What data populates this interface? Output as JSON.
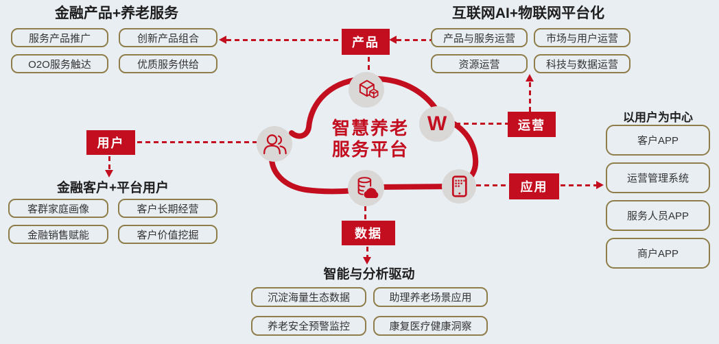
{
  "colors": {
    "background": "#e9eef3",
    "accent_red": "#c30e20",
    "box_border_gold": "#8e7d48",
    "icon_circle_gray": "#d9d8d6",
    "heading_text": "#1e1e1e"
  },
  "center": {
    "title_line1": "智慧养老",
    "title_line2": "服务平台",
    "w_label": "W"
  },
  "badges": {
    "product": "产品",
    "operation": "运营",
    "application": "应用",
    "user": "用户",
    "data": "数据"
  },
  "groups": {
    "top_left": {
      "title": "金融产品+养老服务",
      "items": [
        "服务产品推广",
        "创新产品组合",
        "O2O服务触达",
        "优质服务供给"
      ]
    },
    "top_right": {
      "title": "互联网AI+物联网平台化",
      "items": [
        "产品与服务运营",
        "市场与用户运营",
        "资源运营",
        "科技与数据运营"
      ]
    },
    "right": {
      "title": "以用户为中心",
      "items": [
        "客户APP",
        "运营管理系统",
        "服务人员APP",
        "商户APP"
      ]
    },
    "bottom_left": {
      "title": "金融客户+平台用户",
      "items": [
        "客群家庭画像",
        "客户长期经营",
        "金融销售赋能",
        "客户价值挖掘"
      ]
    },
    "bottom": {
      "title": "智能与分析驱动",
      "items": [
        "沉淀海量生态数据",
        "助理养老场景应用",
        "养老安全预警监控",
        "康复医疗健康洞察"
      ]
    }
  },
  "icons": {
    "top": "cube-icon",
    "left": "group-people-icon",
    "right_top": "w-letter-icon",
    "bottom_center": "data-cloud-icon",
    "bottom_right": "tablet-app-icon"
  }
}
